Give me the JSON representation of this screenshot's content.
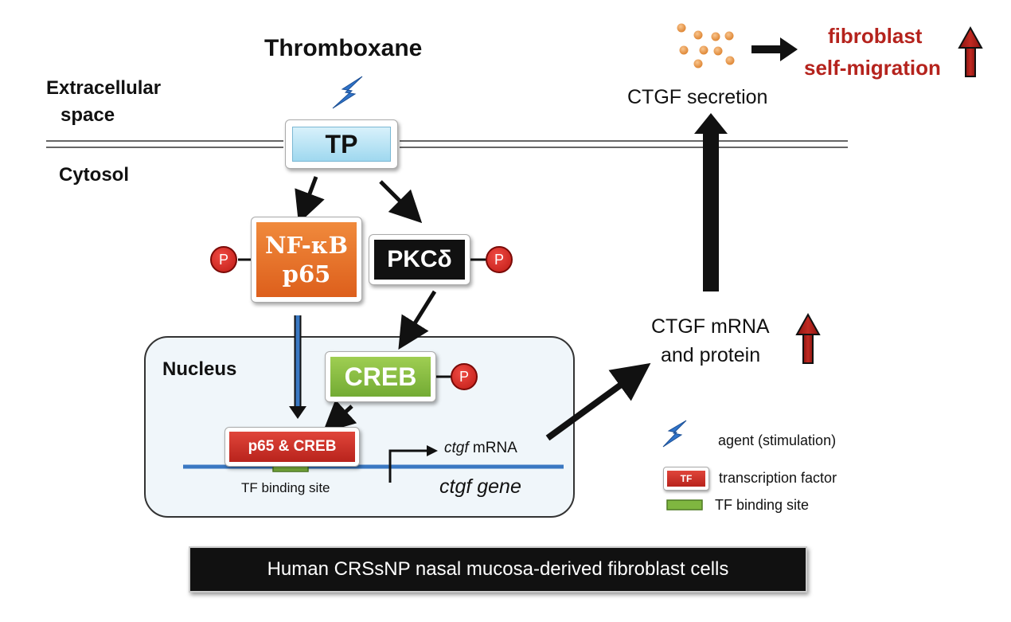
{
  "labels": {
    "thromboxane": "Thromboxane",
    "extracellular_line1": "Extracellular",
    "extracellular_line2": "space",
    "cytosol": "Cytosol",
    "nucleus": "Nucleus",
    "tp": "TP",
    "nfkb_line1": "NF-κB",
    "nfkb_line2": "p65",
    "pkc": "PKCδ",
    "creb": "CREB",
    "p65_creb": "p65 & CREB",
    "phospho": "P",
    "tf_binding_site": "TF binding site",
    "ctgf_mrna_prefix": "ctgf",
    "ctgf_mrna_suffix": " mRNA",
    "ctgf_gene": "ctgf gene",
    "ctgf_mrna_protein_line1": "CTGF mRNA",
    "ctgf_mrna_protein_line2": "and protein",
    "ctgf_secretion": "CTGF secretion",
    "fibroblast_line1": "fibroblast",
    "fibroblast_line2": "self-migration"
  },
  "legend": {
    "agent": "agent (stimulation)",
    "tf_box": "TF",
    "transcription_factor": "transcription factor",
    "tf_binding_site": "TF binding site"
  },
  "footer": "Human CRSsNP nasal mucosa-derived fibroblast cells",
  "colors": {
    "accent_red": "#b5231d",
    "orange": "#e0662a",
    "green": "#7fb640",
    "light_blue": "#bfe6f6",
    "membrane": "#333333",
    "dna": "#3a78c2",
    "binding_site": "#7fb640"
  },
  "icons": [
    "lightning-icon",
    "up-arrow-icon",
    "transcription-start-arrow-icon"
  ]
}
